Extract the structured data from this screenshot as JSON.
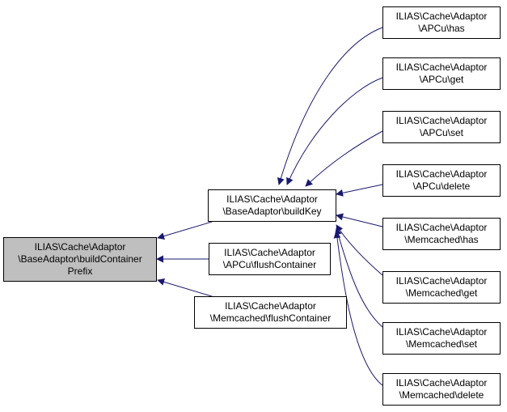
{
  "colors": {
    "edge": "#191970",
    "root_fill": "#bfbfbf",
    "node_fill": "#ffffff",
    "border": "#000000"
  },
  "nodes": {
    "root": {
      "lines": [
        "ILIAS\\Cache\\Adaptor",
        "\\BaseAdaptor\\buildContainer",
        "Prefix"
      ]
    },
    "buildkey": {
      "lines": [
        "ILIAS\\Cache\\Adaptor",
        "\\BaseAdaptor\\buildKey"
      ]
    },
    "apcu_flush": {
      "lines": [
        "ILIAS\\Cache\\Adaptor",
        "\\APCu\\flushContainer"
      ]
    },
    "mem_flush": {
      "lines": [
        "ILIAS\\Cache\\Adaptor",
        "\\Memcached\\flushContainer"
      ]
    },
    "apcu_has": {
      "lines": [
        "ILIAS\\Cache\\Adaptor",
        "\\APCu\\has"
      ]
    },
    "apcu_get": {
      "lines": [
        "ILIAS\\Cache\\Adaptor",
        "\\APCu\\get"
      ]
    },
    "apcu_set": {
      "lines": [
        "ILIAS\\Cache\\Adaptor",
        "\\APCu\\set"
      ]
    },
    "apcu_delete": {
      "lines": [
        "ILIAS\\Cache\\Adaptor",
        "\\APCu\\delete"
      ]
    },
    "mem_has": {
      "lines": [
        "ILIAS\\Cache\\Adaptor",
        "\\Memcached\\has"
      ]
    },
    "mem_get": {
      "lines": [
        "ILIAS\\Cache\\Adaptor",
        "\\Memcached\\get"
      ]
    },
    "mem_set": {
      "lines": [
        "ILIAS\\Cache\\Adaptor",
        "\\Memcached\\set"
      ]
    },
    "mem_delete": {
      "lines": [
        "ILIAS\\Cache\\Adaptor",
        "\\Memcached\\delete"
      ]
    }
  }
}
